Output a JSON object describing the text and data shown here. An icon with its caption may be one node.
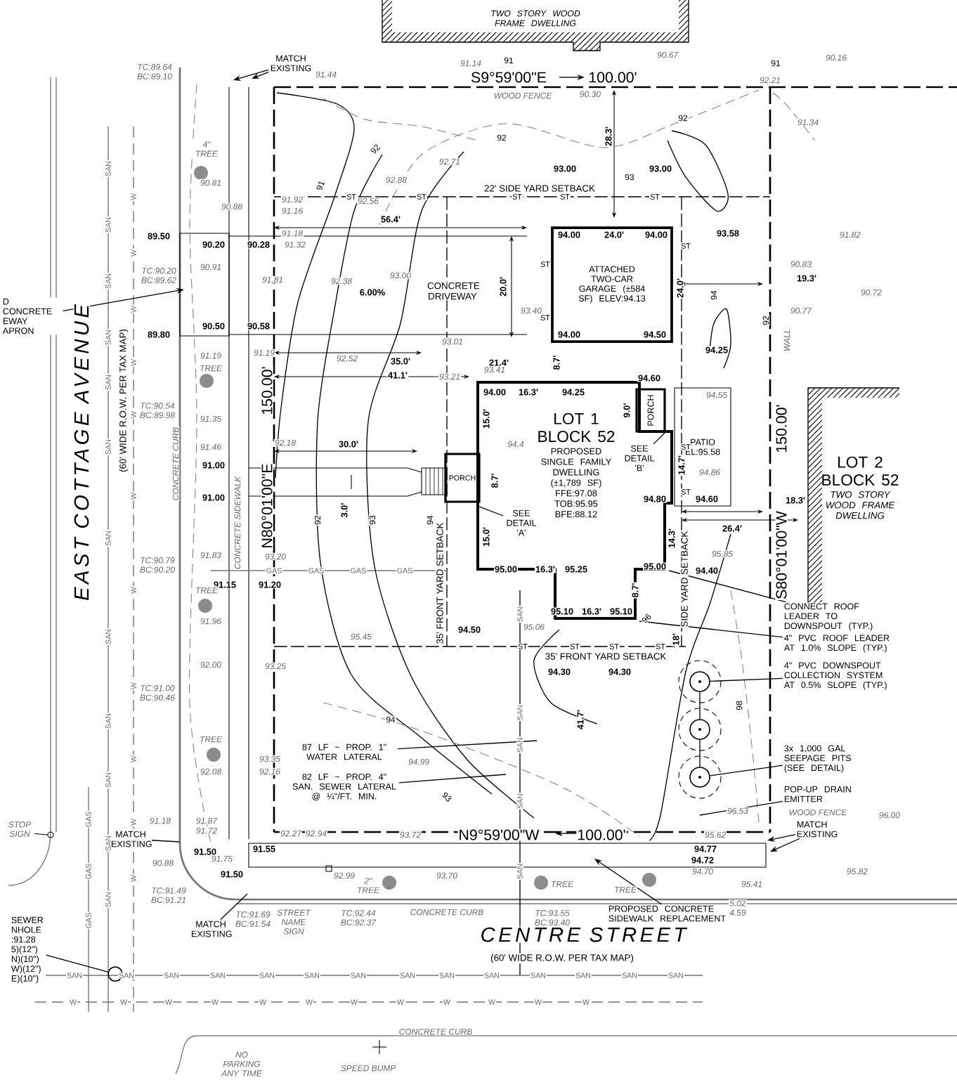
{
  "diagram": {
    "nodes": [
      {
        "text": [
          "TWO STORY WOOD FRAME DWELLING"
        ]
      },
      {
        "text": [
          "ATTACHED TWO-CAR GARAGE (±584 SF) ELEV:94.13"
        ]
      },
      {
        "text": [
          "LOT 1 BLOCK 52",
          "PROPOSED SINGLE FAMILY DWELLING (±1,789 SF) FFE:97.08 TOB:95.95 BFE:88.12"
        ]
      },
      {
        "text": [
          "PORCH"
        ]
      },
      {
        "text": [
          "PORCH"
        ]
      },
      {
        "text": [
          "PATIO EL:95.58"
        ]
      },
      {
        "text": [
          "LOT 2 BLOCK 52",
          "TWO STORY WOOD FRAME DWELLING"
        ]
      },
      {
        "text": [],
        "shape": "circle"
      },
      {
        "text": [],
        "shape": "circle"
      },
      {
        "text": [],
        "shape": "circle"
      },
      {
        "text": [
          "MATCH EXISTING"
        ]
      },
      {
        "text": [
          "D CONCRETE EWAY APRON"
        ]
      },
      {
        "text": [
          "SEE DETAIL 'A'"
        ],
        "in": 2
      },
      {
        "text": [
          "SEE DETAIL 'B'"
        ],
        "in": 2
      },
      {
        "text": [
          "CONNECT ROOF LEADER TO DOWNSPOUT (TYP.)"
        ]
      },
      {
        "text": [
          "4\" PVC ROOF LEADER AT 1.0% SLOPE (TYP.)"
        ]
      },
      {
        "text": [
          "4\" PVC DOWNSPOUT COLLECTION SYSTEM AT 0.5% SLOPE (TYP.)"
        ]
      },
      {
        "text": [
          "3x 1,000 GAL SEEPAGE PITS (SEE DETAIL)"
        ]
      },
      {
        "text": [
          "POP-UP DRAIN EMITTER"
        ]
      },
      {
        "text": [
          "MATCH EXISTING"
        ]
      },
      {
        "text": [
          "PROPOSED CONCRETE SIDEWALK REPLACEMENT"
        ]
      },
      {
        "text": [
          "87 LF ~ PROP. 1\" WATER LATERAL"
        ]
      },
      {
        "text": [
          "82 LF ~ PROP. 4\" SAN. SEWER LATERAL @ ¼\"/FT. MIN."
        ]
      },
      {
        "text": [
          "MATCH EXISTING"
        ]
      },
      {
        "text": [
          "MATCH EXISTING"
        ]
      },
      {
        "text": [
          "SEWER NHOLE :91.28 5)(12\") N)(10\") W)(12\") E)(10\")"
        ]
      },
      {
        "text": [],
        "shape": "circle"
      },
      {
        "text": [],
        "shape": "box"
      },
      {
        "text": [],
        "shape": "box"
      }
    ],
    "edges": [
      {
        "from": 10,
        "to": null,
        "arrow": "to"
      },
      {
        "from": 10,
        "to": null,
        "arrow": "to"
      },
      {
        "from": 11,
        "to": 27,
        "arrow": "to"
      },
      {
        "from": 12,
        "to": 2,
        "arrow": "none"
      },
      {
        "from": 13,
        "to": 2,
        "arrow": "none"
      },
      {
        "from": 14,
        "to": 2,
        "arrow": "none"
      },
      {
        "from": 15,
        "to": 2,
        "arrow": "none"
      },
      {
        "from": 16,
        "to": 7,
        "arrow": "none"
      },
      {
        "from": 17,
        "to": 9,
        "arrow": "none"
      },
      {
        "from": 18,
        "to": null,
        "arrow": "none"
      },
      {
        "from": 19,
        "to": 28,
        "arrow": "to"
      },
      {
        "from": 19,
        "to": 28,
        "arrow": "to"
      },
      {
        "from": 20,
        "to": 28,
        "arrow": "to"
      },
      {
        "from": 21,
        "to": null,
        "arrow": "none"
      },
      {
        "from": 22,
        "to": null,
        "arrow": "none"
      },
      {
        "from": 23,
        "to": null,
        "arrow": "none"
      },
      {
        "from": 24,
        "to": null,
        "arrow": "none"
      },
      {
        "from": 25,
        "to": 26,
        "arrow": "none"
      },
      {
        "from": 7,
        "to": 8,
        "arrow": "none"
      },
      {
        "from": 8,
        "to": 9,
        "arrow": "none"
      }
    ],
    "labels": [
      "TC:89.64 BC:89.10",
      "91.44",
      "91.14",
      "91",
      "S9°59'00\"E",
      "100.00'",
      "90.67",
      "90.16",
      "91",
      "WOOD FENCE",
      "90.30",
      "92.21",
      "91.34",
      "28.3'",
      "92",
      "92",
      "92",
      "92.71",
      "4\" TREE",
      "93.00",
      "93",
      "93.00",
      "22' SIDE YARD SETBACK",
      "92.88",
      "92.56",
      "90.81",
      "90.88",
      "91.92",
      "91.16",
      "91",
      "91.18",
      "91.32",
      "56.4'",
      "89.50",
      "90.20",
      "90.28",
      "TC:90.20 BC:89.62",
      "90.91",
      "91.81",
      "92.38",
      "93.00",
      "6.00%",
      "CONCRETE DRIVEWAY",
      "89.80",
      "90.50",
      "90.58",
      "93.01",
      "91.19",
      "91.19",
      "92.52",
      "35.0'",
      "TREE",
      "EAST COTTAGE AVENUE",
      "(60' WIDE R.O.W. PER TAX MAP)",
      "20.0'",
      "94.00",
      "24.0'",
      "94.00",
      "24.0'",
      "93.40",
      "94.00",
      "94.50",
      "93.58",
      "94",
      "91.82",
      "90.83",
      "19.3'",
      "90.72",
      "90.77",
      "92",
      "WALL",
      "94.25",
      "21.4'",
      "8.7'",
      "41.1'",
      "93.21",
      "93.41",
      "94.00",
      "16.3'",
      "94.25",
      "94.60",
      "94.55",
      "9.0'",
      "15.0'",
      "94.4",
      "14.7'",
      "94.86",
      "94.80",
      "94.60",
      "8.7'",
      "15.0'",
      "150.00'",
      "18.3'",
      "26.4'",
      "S80°01'00\"W",
      "14.3'",
      "95.85",
      "95.00",
      "16.3'",
      "95.25",
      "95.00",
      "94.40",
      "SIDE YARD SETBACK",
      "8.7'",
      "95.10",
      "16.3'",
      "95.10",
      "95.06",
      "96",
      "18'",
      "35' FRONT YARD SETBACK",
      "94.30",
      "94.30",
      "98",
      "41.7'",
      "150.00'",
      "N80°01'00\"E",
      "TC:90.54 BC:89.98",
      "91.35",
      "91.46",
      "92.18",
      "30.0'",
      "91.00",
      "91.00",
      "3.0'",
      "92",
      "93",
      "94",
      "35' FRONT YARD SETBACK",
      "CONCRETE CURB",
      "CONCRETE SIDEWALK",
      "TC:90.79 BC:90.20",
      "91.83",
      "93.20",
      "GAS",
      "GAS",
      "GAS",
      "GAS",
      "91.15",
      "91.20",
      "TREE",
      "91.96",
      "95.45",
      "94.50",
      "92.00",
      "93.25",
      "TC:91.00 BC:90.46",
      "94",
      "TREE",
      "92.08",
      "93.35",
      "92.16",
      "94.99",
      "93",
      "STOP SIGN",
      "91.18",
      "90.88",
      "91.87",
      "91.72",
      "91.50",
      "91.55",
      "92.27",
      "92.94",
      "93.72",
      "N9°59'00\"W",
      "100.00'",
      "91.75",
      "91.50",
      "92.99",
      "93.70",
      "2\" TREE",
      "94.77",
      "94.72",
      "94.70",
      "TREE",
      "TREE",
      "96.53",
      "WOOD FENCE",
      "96.00",
      "95.62",
      "95.41",
      "95.82",
      "TC:91.49 BC:91.21",
      "TC:91.69 BC:91.54",
      "STREET NAME SIGN",
      "TC:92.44 BC:92.37",
      "CONCRETE CURB",
      "TC:93.55 BC:93.40",
      "5.02 4.59",
      "CENTRE STREET",
      "(60' WIDE R.O.W. PER TAX MAP)",
      "SAN",
      "SAN",
      "SAN",
      "SAN",
      "SAN",
      "SAN",
      "SAN",
      "SAN",
      "SAN",
      "SAN",
      "SAN",
      "SAN",
      "SAN",
      "SAN",
      "W",
      "W",
      "W",
      "W",
      "W",
      "W",
      "W",
      "W",
      "W",
      "W",
      "W",
      "W",
      "SAN",
      "SAN",
      "SAN",
      "SAN",
      "SAN",
      "SAN",
      "SAN",
      "SAN",
      "SAN",
      "SAN",
      "SAN",
      "SAN",
      "W",
      "W",
      "W",
      "W",
      "W",
      "W",
      "W",
      "W",
      "W",
      "W",
      "W",
      "GAS",
      "GAS",
      "GAS",
      "SAN",
      "SAN",
      "SAN",
      "SAN",
      "SAN",
      "NO PARKING ANY TIME",
      "SPEED BUMP",
      "CONCRETE CURB",
      "ST",
      "ST",
      "ST",
      "ST",
      "ST",
      "ST",
      "ST",
      "ST",
      "ST",
      "ST",
      "ST",
      "ST",
      "ST",
      "ST"
    ]
  }
}
